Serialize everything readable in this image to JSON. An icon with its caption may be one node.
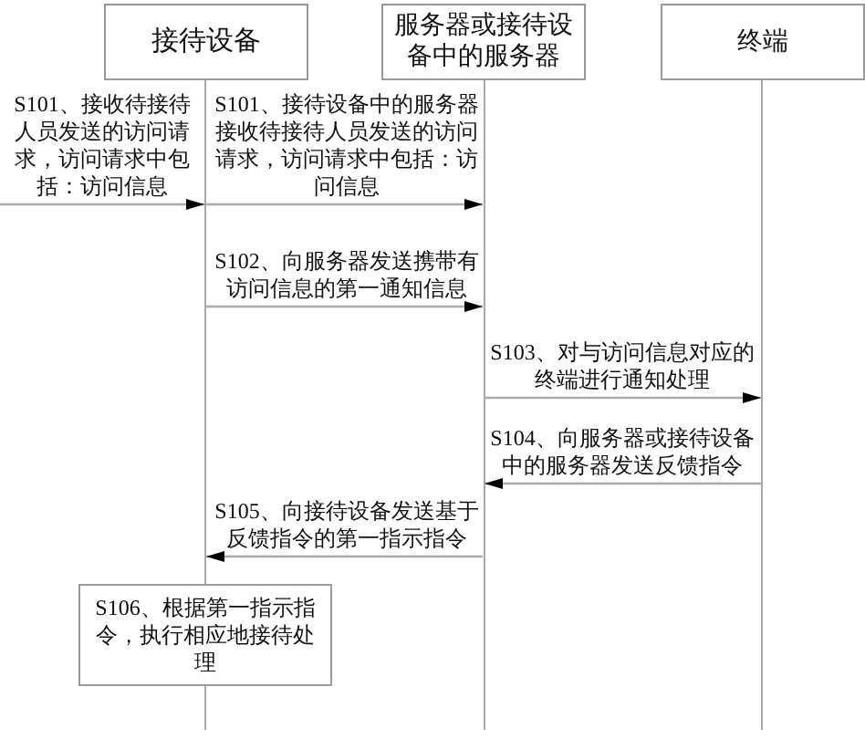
{
  "diagram": {
    "nodes": [
      {
        "text": [
          "接待设备"
        ]
      },
      {
        "text": [
          "服务器或接待设备中的服务器"
        ]
      },
      {
        "text": [
          "终端"
        ]
      },
      {
        "text": [
          "S106、根据第一指示指令，执行相应地接待处理"
        ]
      },
      {
        "text": [],
        "shape": "line"
      },
      {
        "text": [],
        "shape": "line"
      },
      {
        "text": [],
        "shape": "line"
      }
    ],
    "edges": [
      {
        "from": null,
        "to": 4,
        "arrow": "to",
        "label": "S101、接收待接待人员发送的访问请求，访问请求中包括：访问信息"
      },
      {
        "from": 4,
        "to": 5,
        "arrow": "to",
        "label": "S101、接待设备中的服务器接收待接待人员发送的访问请求，访问请求中包括：访问信息"
      },
      {
        "from": 4,
        "to": 5,
        "arrow": "to",
        "label": "S102、向服务器发送携带有访问信息的第一通知信息"
      },
      {
        "from": 5,
        "to": 6,
        "arrow": "to",
        "label": "S103、对与访问信息对应的终端进行通知处理"
      },
      {
        "from": 6,
        "to": 5,
        "arrow": "to",
        "label": "S104、向服务器或接待设备中的服务器发送反馈指令"
      },
      {
        "from": 5,
        "to": 4,
        "arrow": "to",
        "label": "S105、向接待设备发送基于反馈指令的第一指示指令"
      }
    ]
  }
}
